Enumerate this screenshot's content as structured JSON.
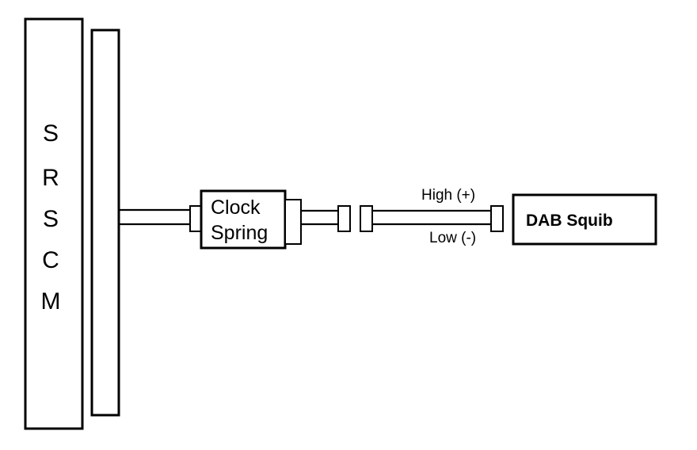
{
  "module": {
    "letters": [
      "S",
      "R",
      "S",
      "C",
      "M"
    ]
  },
  "clock_spring": {
    "line1": "Clock",
    "line2": "Spring"
  },
  "wires": {
    "high_label": "High (+)",
    "low_label": "Low (-)"
  },
  "squib": {
    "label": "DAB Squib"
  }
}
